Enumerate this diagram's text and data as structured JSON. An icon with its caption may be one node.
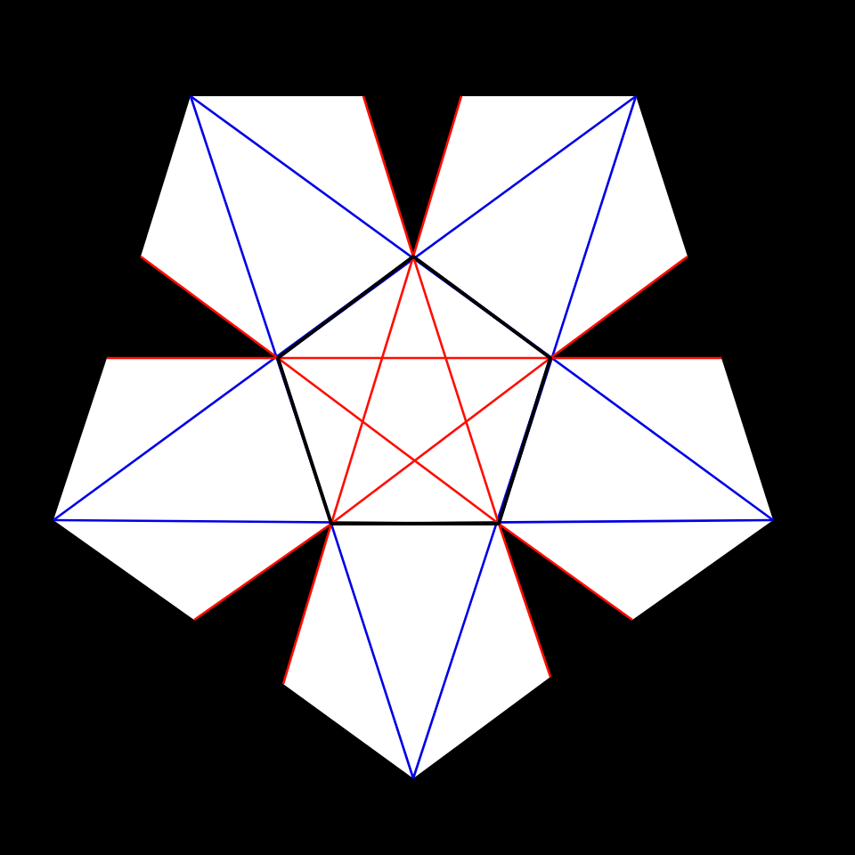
{
  "diagram": {
    "nodes": [
      {
        "text": [],
        "shape": "pentagon"
      },
      {
        "text": [],
        "shape": "pentagon"
      },
      {
        "text": [],
        "shape": "pentagon"
      },
      {
        "text": [],
        "shape": "pentagon"
      },
      {
        "text": [],
        "shape": "pentagon"
      },
      {
        "text": [],
        "shape": "pentagon"
      }
    ]
  }
}
